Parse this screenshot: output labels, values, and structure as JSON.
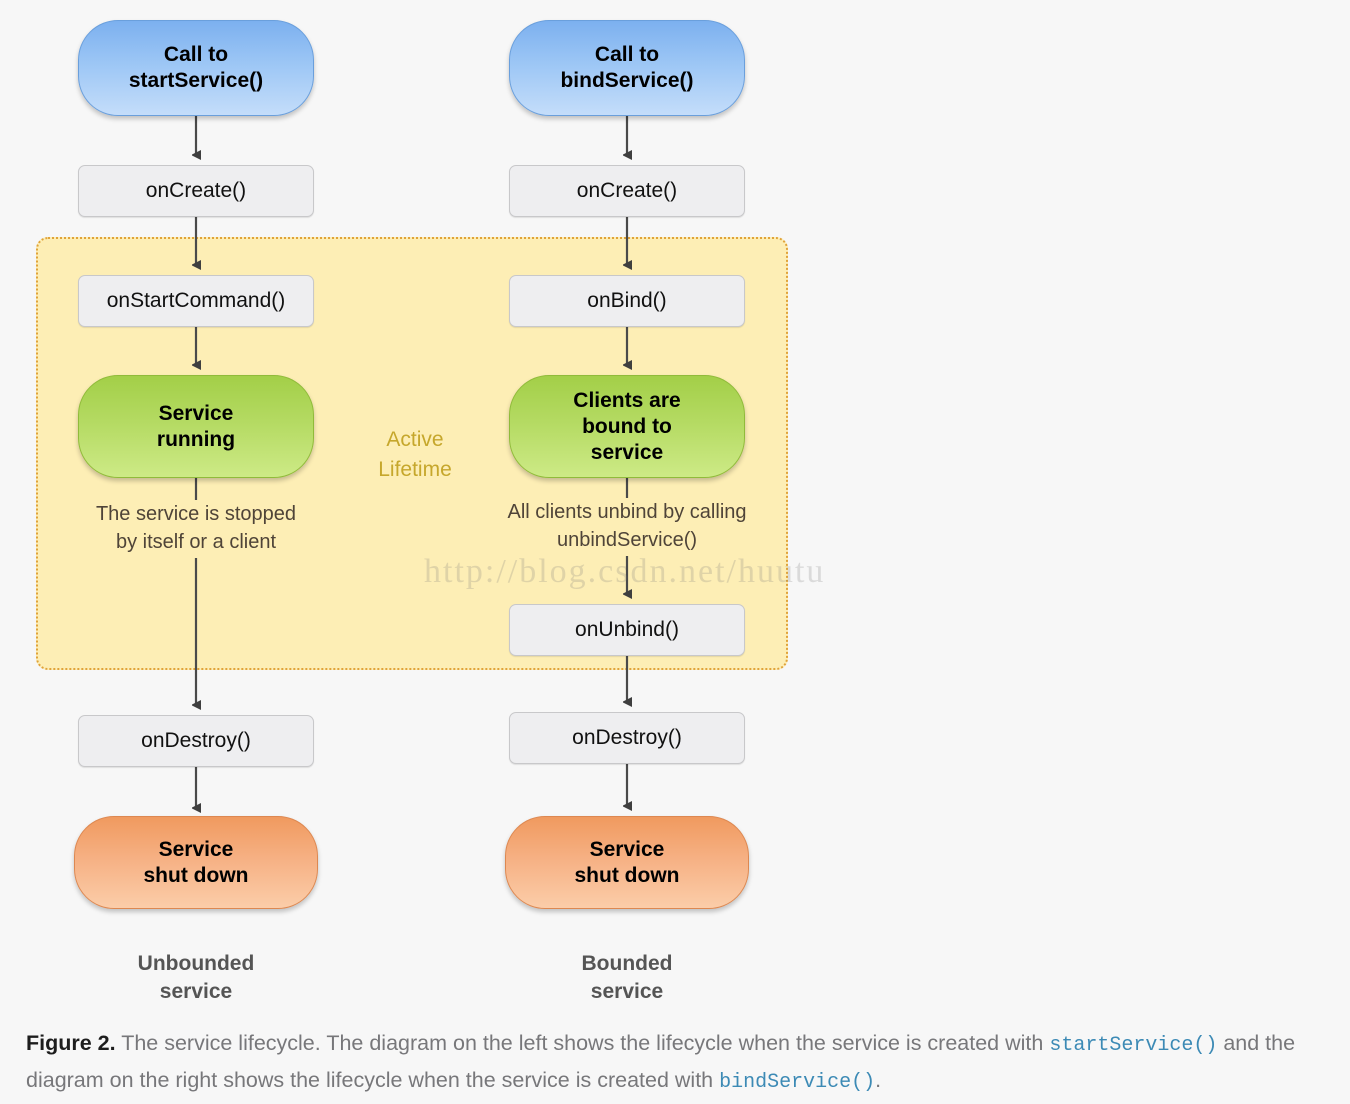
{
  "figure": {
    "background_color": "#f7f7f7",
    "caption_lead": "Figure 2.",
    "caption_part1": " The service lifecycle. The diagram on the left shows the lifecycle when the service is created with ",
    "caption_code1": "startService()",
    "caption_part2": " and the diagram on the right shows the lifecycle when the service is created with ",
    "caption_code2": "bindService()",
    "caption_part3": "."
  },
  "watermark": {
    "text": "http://blog.csdn.net/huutu"
  },
  "active_lifetime": {
    "label_line1": "Active",
    "label_line2": "Lifetime",
    "fill_color": "#fdeeb5",
    "border_color": "#e0a33a",
    "label_color": "#c6a72c"
  },
  "columns": [
    {
      "id": "unbounded",
      "caption_line1": "Unbounded",
      "caption_line2": "service",
      "nodes": [
        {
          "id": "call-start-service",
          "kind": "capsule",
          "color": "#7cb0ef",
          "lines": [
            "Call to",
            "startService()"
          ]
        },
        {
          "id": "on-create",
          "kind": "method",
          "lines": [
            "onCreate()"
          ]
        },
        {
          "id": "on-start-command",
          "kind": "method",
          "lines": [
            "onStartCommand()"
          ]
        },
        {
          "id": "service-running",
          "kind": "capsule",
          "color": "#a3cf48",
          "lines": [
            "Service",
            "running"
          ]
        },
        {
          "id": "stopped-note",
          "kind": "annotation",
          "lines": [
            "The service is stopped",
            "by itself or a client"
          ]
        },
        {
          "id": "on-destroy",
          "kind": "method",
          "lines": [
            "onDestroy()"
          ]
        },
        {
          "id": "service-shut-down",
          "kind": "capsule",
          "color": "#f09a5f",
          "lines": [
            "Service",
            "shut down"
          ]
        }
      ]
    },
    {
      "id": "bounded",
      "caption_line1": "Bounded",
      "caption_line2": "service",
      "nodes": [
        {
          "id": "call-bind-service",
          "kind": "capsule",
          "color": "#7cb0ef",
          "lines": [
            "Call to",
            "bindService()"
          ]
        },
        {
          "id": "on-create",
          "kind": "method",
          "lines": [
            "onCreate()"
          ]
        },
        {
          "id": "on-bind",
          "kind": "method",
          "lines": [
            "onBind()"
          ]
        },
        {
          "id": "clients-bound",
          "kind": "capsule",
          "color": "#a3cf48",
          "lines": [
            "Clients are",
            "bound to",
            "service"
          ]
        },
        {
          "id": "unbind-note",
          "kind": "annotation",
          "lines": [
            "All clients unbind by calling",
            "unbindService()"
          ]
        },
        {
          "id": "on-unbind",
          "kind": "method",
          "lines": [
            "onUnbind()"
          ]
        },
        {
          "id": "on-destroy",
          "kind": "method",
          "lines": [
            "onDestroy()"
          ]
        },
        {
          "id": "service-shut-down",
          "kind": "capsule",
          "color": "#f09a5f",
          "lines": [
            "Service",
            "shut down"
          ]
        }
      ]
    }
  ],
  "labels": {
    "l_call_start_1": "Call to",
    "l_call_start_2": "startService()",
    "l_oncreate_left": "onCreate()",
    "l_onstartcommand": "onStartCommand()",
    "l_service_running_1": "Service",
    "l_service_running_2": "running",
    "l_stopped_1": "The service is stopped",
    "l_stopped_2": "by itself or a client",
    "l_ondestroy_left": "onDestroy()",
    "l_shutdown_left_1": "Service",
    "l_shutdown_left_2": "shut down",
    "l_unbounded_1": "Unbounded",
    "l_unbounded_2": "service",
    "l_call_bind_1": "Call to",
    "l_call_bind_2": "bindService()",
    "l_oncreate_right": "onCreate()",
    "l_onbind": "onBind()",
    "l_clients_1": "Clients are",
    "l_clients_2": "bound to",
    "l_clients_3": "service",
    "l_unbind_1": "All clients unbind by calling",
    "l_unbind_2": "unbindService()",
    "l_onunbind": "onUnbind()",
    "l_ondestroy_right": "onDestroy()",
    "l_shutdown_right_1": "Service",
    "l_shutdown_right_2": "shut down",
    "l_bounded_1": "Bounded",
    "l_bounded_2": "service"
  }
}
